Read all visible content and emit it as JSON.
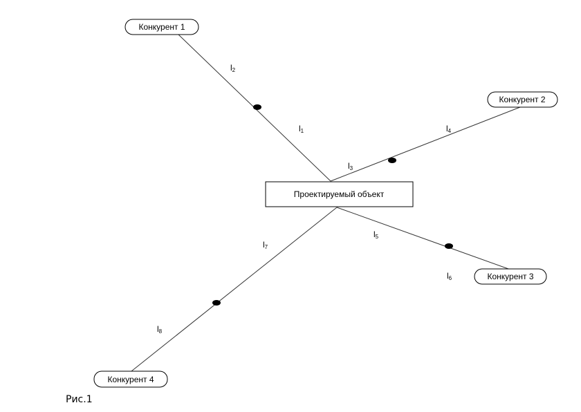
{
  "center_node": {
    "label": "Проектируемый объект"
  },
  "competitors": [
    {
      "label": "Конкурент 1"
    },
    {
      "label": "Конкурент 2"
    },
    {
      "label": "Конкурент 3"
    },
    {
      "label": "Конкурент 4"
    }
  ],
  "segment_labels": [
    {
      "letter": "l",
      "index": "1"
    },
    {
      "letter": "l",
      "index": "2"
    },
    {
      "letter": "l",
      "index": "3"
    },
    {
      "letter": "l",
      "index": "4"
    },
    {
      "letter": "l",
      "index": "5"
    },
    {
      "letter": "l",
      "index": "6"
    },
    {
      "letter": "l",
      "index": "7"
    },
    {
      "letter": "l",
      "index": "8"
    }
  ],
  "caption": "Рис.1"
}
